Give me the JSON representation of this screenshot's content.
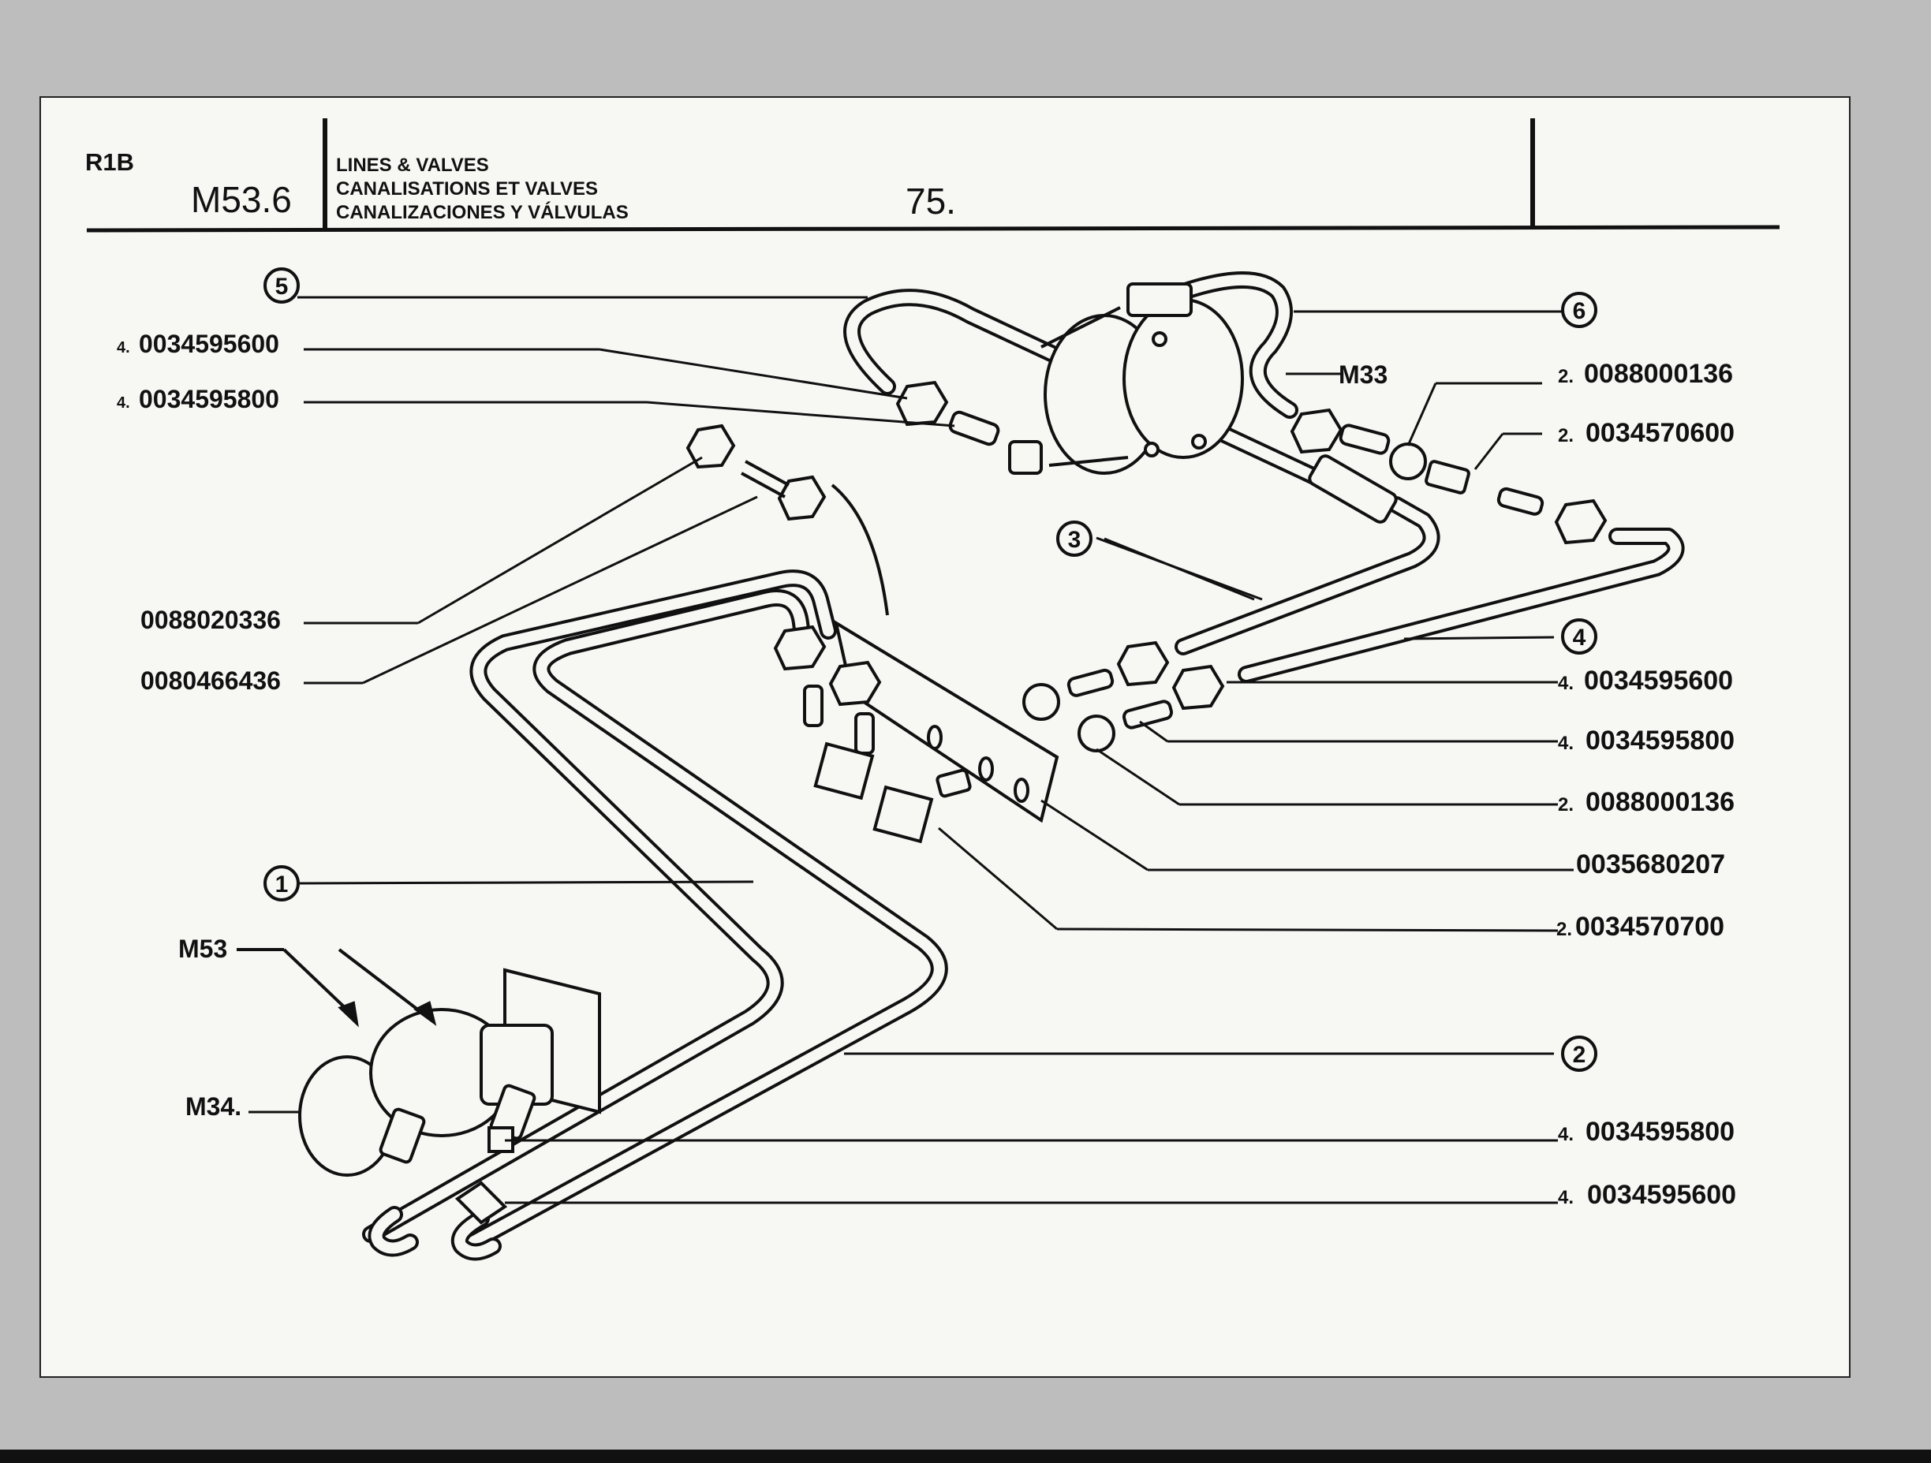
{
  "header": {
    "code": "R1B",
    "group": "M53.6",
    "title_lines": [
      "LINES & VALVES",
      "CANALISATIONS ET VALVES",
      "CANALIZACIONES Y VÁLVULAS"
    ],
    "page": "75."
  },
  "callouts": {
    "c1": "1",
    "c2": "2",
    "c3": "3",
    "c4": "4",
    "c5": "5",
    "c6": "6"
  },
  "labels": {
    "m33": "M33",
    "m53": "M53",
    "m34": "M34."
  },
  "parts_left": [
    {
      "qty": "4.",
      "ref": "0034595600"
    },
    {
      "qty": "4.",
      "ref": "0034595800"
    },
    {
      "qty": "",
      "ref": "0088020336"
    },
    {
      "qty": "",
      "ref": "0080466436"
    }
  ],
  "parts_right": [
    {
      "qty": "2.",
      "ref": "0088000136"
    },
    {
      "qty": "2.",
      "ref": "0034570600"
    },
    {
      "qty": "4.",
      "ref": "0034595600"
    },
    {
      "qty": "4.",
      "ref": "0034595800"
    },
    {
      "qty": "2.",
      "ref": "0088000136"
    },
    {
      "qty": "",
      "ref": "0035680207"
    },
    {
      "qty": "2.",
      "ref": "0034570700"
    },
    {
      "qty": "4.",
      "ref": "0034595800"
    },
    {
      "qty": "4.",
      "ref": "0034595600"
    }
  ]
}
